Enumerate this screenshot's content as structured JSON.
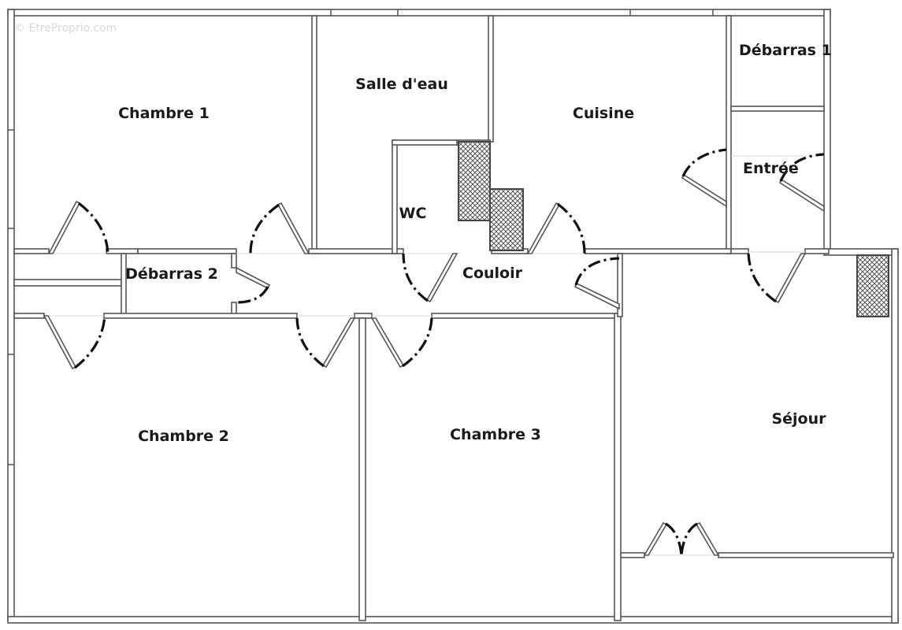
{
  "watermark": "© EtreProprio.com",
  "rooms": {
    "chambre1": "Chambre 1",
    "salle_deau": "Salle d'eau",
    "cuisine": "Cuisine",
    "debarras1": "Débarras 1",
    "entree": "Entrée",
    "wc": "WC",
    "debarras2": "Débarras 2",
    "couloir": "Couloir",
    "chambre2": "Chambre 2",
    "chambre3": "Chambre 3",
    "sejour": "Séjour"
  },
  "colors": {
    "wall_stroke": "#555555",
    "door_arc": "#111111",
    "label": "#1a1a1a",
    "watermark": "#d9d9d9"
  }
}
